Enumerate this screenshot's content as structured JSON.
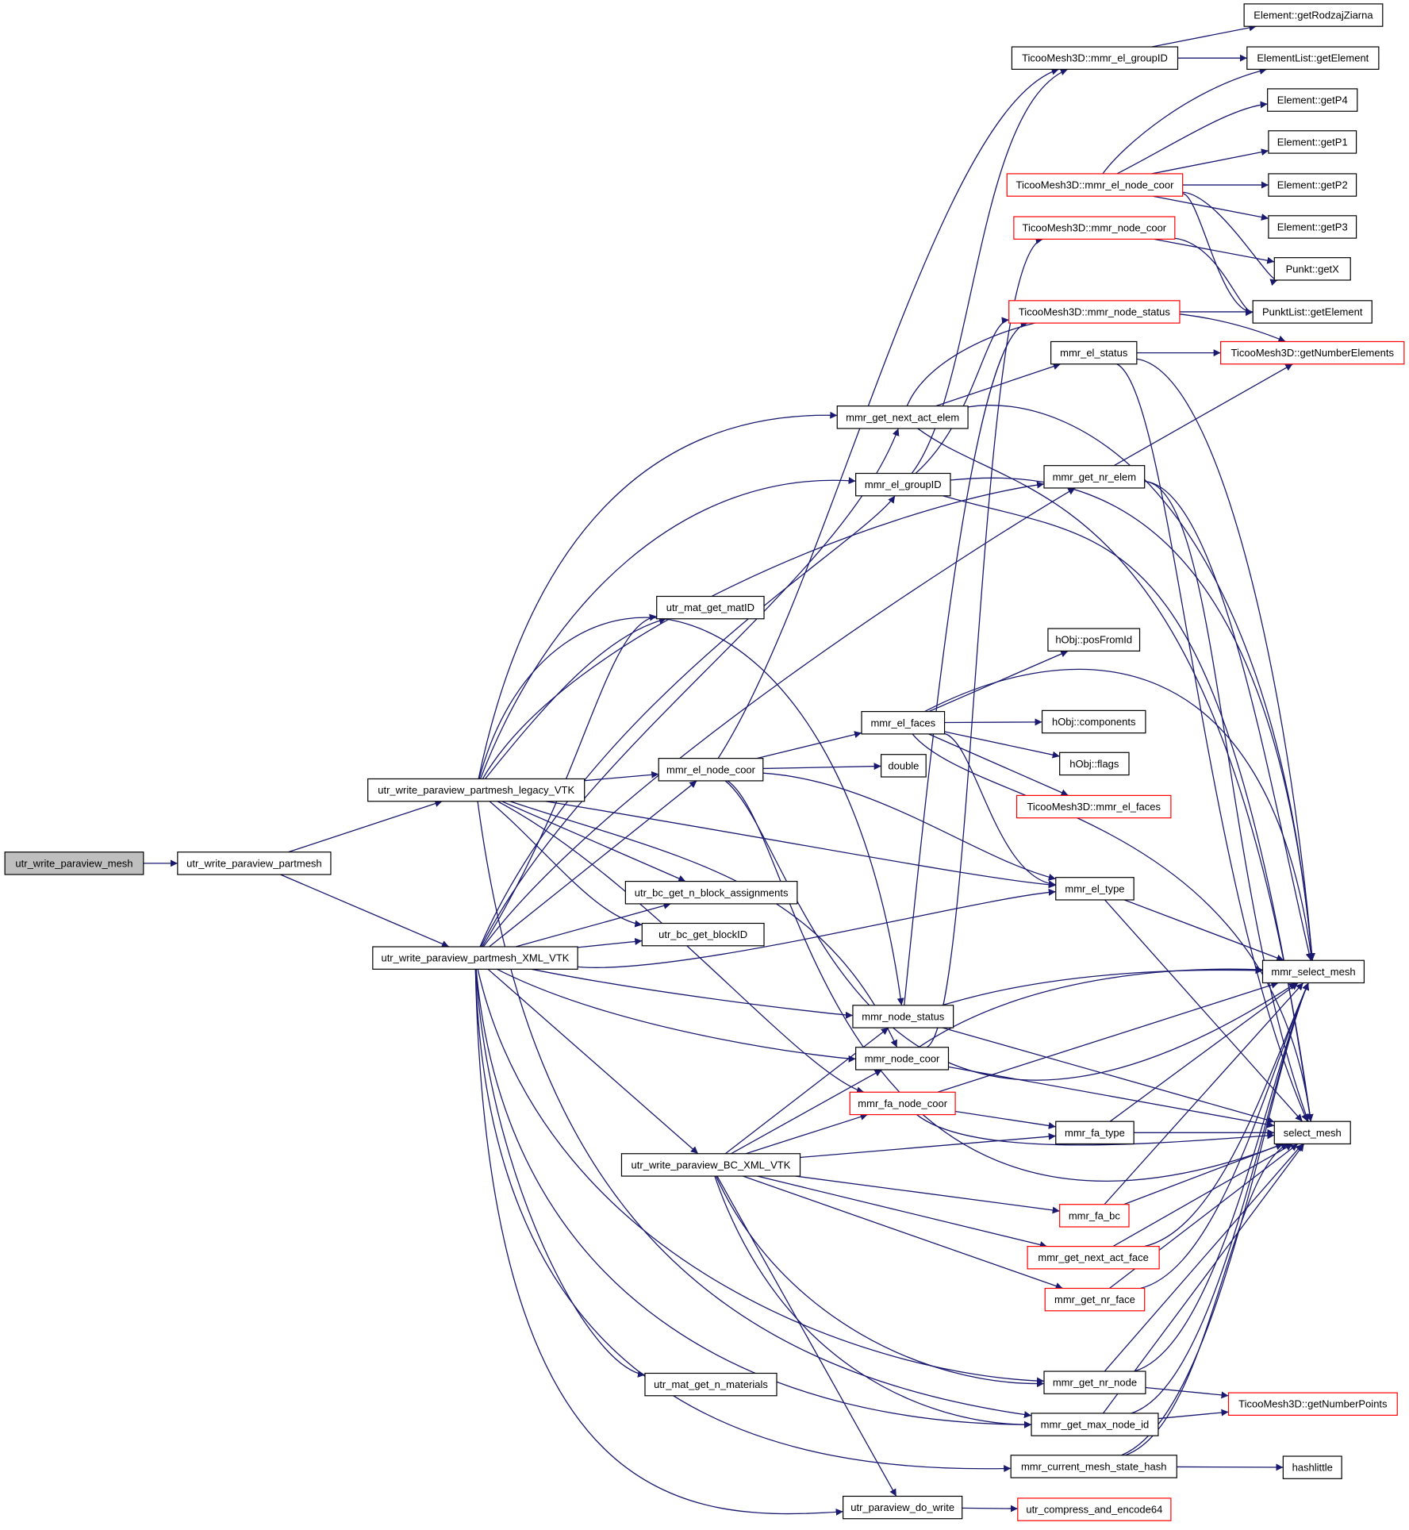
{
  "colors": {
    "edge": "#191970",
    "border_normal": "#000000",
    "border_truncated": "#ff0000",
    "fill_root": "#bfbfbf",
    "fill_normal": "#ffffff"
  },
  "graph": {
    "nodes": [
      {
        "id": "n_root",
        "label": "utr_write_paraview_mesh",
        "style": "root"
      },
      {
        "id": "n_partmesh",
        "label": "utr_write_paraview_partmesh",
        "style": "normal"
      },
      {
        "id": "n_legacy",
        "label": "utr_write_paraview_partmesh_legacy_VTK",
        "style": "normal"
      },
      {
        "id": "n_xml",
        "label": "utr_write_paraview_partmesh_XML_VTK",
        "style": "normal"
      },
      {
        "id": "n_matid",
        "label": "utr_mat_get_matID",
        "style": "normal"
      },
      {
        "id": "n_elnodecoor",
        "label": "mmr_el_node_coor",
        "style": "normal"
      },
      {
        "id": "n_bcnblock",
        "label": "utr_bc_get_n_block_assignments",
        "style": "normal"
      },
      {
        "id": "n_bcblockid",
        "label": "utr_bc_get_blockID",
        "style": "normal"
      },
      {
        "id": "n_bcxml",
        "label": "utr_write_paraview_BC_XML_VTK",
        "style": "normal"
      },
      {
        "id": "n_nmat",
        "label": "utr_mat_get_n_materials",
        "style": "normal"
      },
      {
        "id": "n_dowrite",
        "label": "utr_paraview_do_write",
        "style": "normal"
      },
      {
        "id": "n_nextact",
        "label": "mmr_get_next_act_elem",
        "style": "normal"
      },
      {
        "id": "n_elgroup",
        "label": "mmr_el_groupID",
        "style": "normal"
      },
      {
        "id": "n_elfaces",
        "label": "mmr_el_faces",
        "style": "normal"
      },
      {
        "id": "n_double",
        "label": "double",
        "style": "normal"
      },
      {
        "id": "n_nodestatus",
        "label": "mmr_node_status",
        "style": "normal"
      },
      {
        "id": "n_nodecoor",
        "label": "mmr_node_coor",
        "style": "normal"
      },
      {
        "id": "n_fanodecoor",
        "label": "mmr_fa_node_coor",
        "style": "truncated"
      },
      {
        "id": "n_tgroup",
        "label": "TicooMesh3D::mmr_el_groupID",
        "style": "normal"
      },
      {
        "id": "n_telnodecoor",
        "label": "TicooMesh3D::mmr_el_node_coor",
        "style": "truncated"
      },
      {
        "id": "n_tnodecoor",
        "label": "TicooMesh3D::mmr_node_coor",
        "style": "truncated"
      },
      {
        "id": "n_tnodestatus",
        "label": "TicooMesh3D::mmr_node_status",
        "style": "truncated"
      },
      {
        "id": "n_elstatus",
        "label": "mmr_el_status",
        "style": "normal"
      },
      {
        "id": "n_nrelem",
        "label": "mmr_get_nr_elem",
        "style": "normal"
      },
      {
        "id": "n_posfromid",
        "label": "hObj::posFromId",
        "style": "normal"
      },
      {
        "id": "n_components",
        "label": "hObj::components",
        "style": "normal"
      },
      {
        "id": "n_flags",
        "label": "hObj::flags",
        "style": "normal"
      },
      {
        "id": "n_telfaces",
        "label": "TicooMesh3D::mmr_el_faces",
        "style": "truncated"
      },
      {
        "id": "n_eltype",
        "label": "mmr_el_type",
        "style": "normal"
      },
      {
        "id": "n_fatype",
        "label": "mmr_fa_type",
        "style": "normal"
      },
      {
        "id": "n_fabc",
        "label": "mmr_fa_bc",
        "style": "truncated"
      },
      {
        "id": "n_nextactface",
        "label": "mmr_get_next_act_face",
        "style": "truncated"
      },
      {
        "id": "n_nrface",
        "label": "mmr_get_nr_face",
        "style": "truncated"
      },
      {
        "id": "n_nrnode",
        "label": "mmr_get_nr_node",
        "style": "normal"
      },
      {
        "id": "n_maxnode",
        "label": "mmr_get_max_node_id",
        "style": "normal"
      },
      {
        "id": "n_hash",
        "label": "mmr_current_mesh_state_hash",
        "style": "normal"
      },
      {
        "id": "n_compress",
        "label": "utr_compress_and_encode64",
        "style": "truncated"
      },
      {
        "id": "n_rodzaj",
        "label": "Element::getRodzajZiarna",
        "style": "normal"
      },
      {
        "id": "n_ellistget",
        "label": "ElementList::getElement",
        "style": "normal"
      },
      {
        "id": "n_getp4",
        "label": "Element::getP4",
        "style": "normal"
      },
      {
        "id": "n_getp1",
        "label": "Element::getP1",
        "style": "normal"
      },
      {
        "id": "n_getp2",
        "label": "Element::getP2",
        "style": "normal"
      },
      {
        "id": "n_getp3",
        "label": "Element::getP3",
        "style": "normal"
      },
      {
        "id": "n_getx",
        "label": "Punkt::getX",
        "style": "normal"
      },
      {
        "id": "n_pktlistget",
        "label": "PunktList::getElement",
        "style": "normal"
      },
      {
        "id": "n_tnumelem",
        "label": "TicooMesh3D::getNumberElements",
        "style": "truncated"
      },
      {
        "id": "n_selmesh",
        "label": "mmr_select_mesh",
        "style": "normal"
      },
      {
        "id": "n_select",
        "label": "select_mesh",
        "style": "normal"
      },
      {
        "id": "n_tnumpts",
        "label": "TicooMesh3D::getNumberPoints",
        "style": "truncated"
      },
      {
        "id": "n_hashlittle",
        "label": "hashlittle",
        "style": "normal"
      }
    ]
  }
}
